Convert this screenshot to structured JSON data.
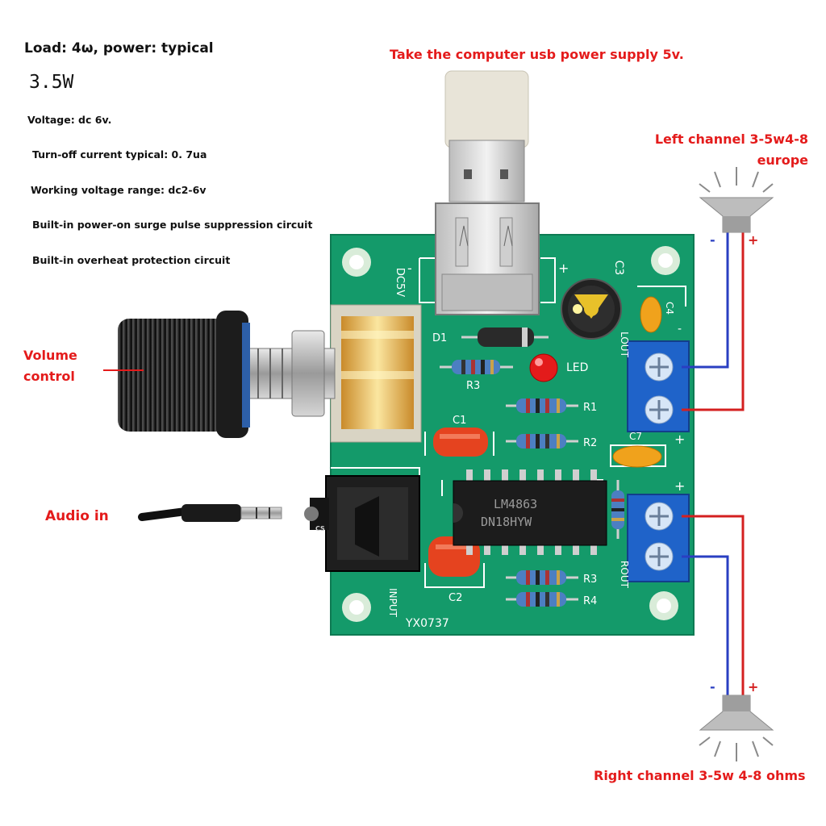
{
  "specs": {
    "title": "Load: 4ω, power: typical",
    "power": "3.5W",
    "voltage": "Voltage: dc 6v.",
    "turnoff_current": "Turn-off current typical: 0. 7ua",
    "working_range": "Working voltage range: dc2-6v",
    "surge": "Built-in power-on surge pulse suppression circuit",
    "overheat": "Built-in overheat protection circuit"
  },
  "callouts": {
    "usb_power": "Take the computer usb power supply 5v.",
    "left_channel_line1": "Left channel 3-5w4-8",
    "left_channel_line2": "europe",
    "volume_line1": "Volume",
    "volume_line2": "control",
    "audio_in": "Audio in",
    "right_channel": "Right channel 3-5w 4-8 ohms"
  },
  "speaker_polarity": {
    "minus": "-",
    "plus": "+"
  },
  "board_silkscreen": {
    "dc5v": "DC5V",
    "minus": "-",
    "plus": "+",
    "c3": "C3",
    "c4": "C4",
    "lout": "LOUT",
    "d1": "D1",
    "led": "LED",
    "r3_top": "R3",
    "r1": "R1",
    "c1": "C1",
    "r2": "R2",
    "c7": "C7",
    "ic": "LM4863",
    "ic_code": "DN18HYW",
    "r3": "R3",
    "r4": "R4",
    "c2": "C2",
    "rout": "ROUT",
    "input": "INPUT",
    "model": "YX0737",
    "jack": "CS"
  },
  "colors": {
    "pcb": "#149a6a",
    "callout_red": "#e41b1b",
    "terminal_blue": "#1f63c9",
    "wire_blue": "#2a3fc2",
    "wire_red": "#d42020"
  }
}
